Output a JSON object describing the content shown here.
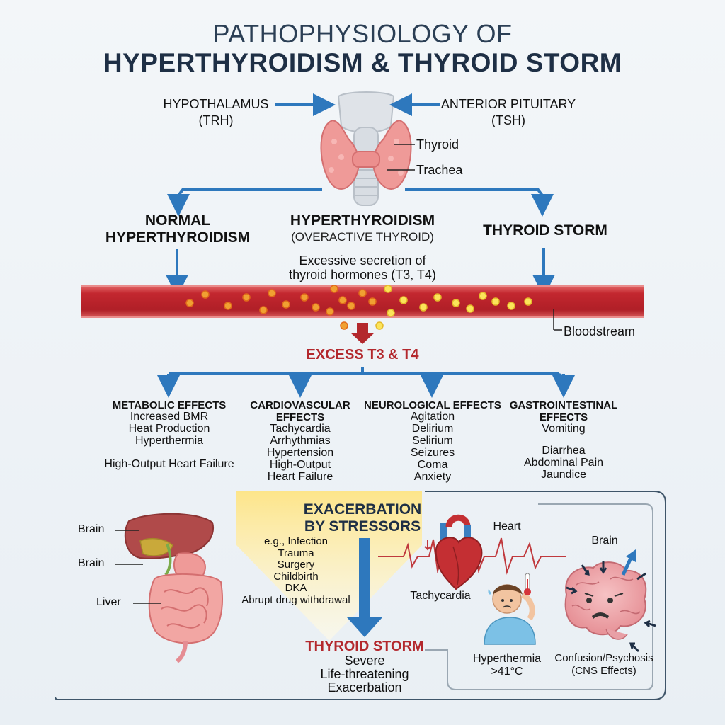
{
  "title": {
    "line1": "PATHOPHYSIOLOGY OF",
    "line2": "HYPERTHYROIDISM & THYROID STORM"
  },
  "top": {
    "hypothalamus": "HYPOTHALAMUS",
    "hypothalamus_hormone": "(TRH)",
    "pituitary": "ANTERIOR PITUITARY",
    "pituitary_hormone": "(TSH)",
    "thyroid_label": "Thyroid",
    "trachea_label": "Trachea"
  },
  "branches": {
    "left": [
      "NORMAL",
      "HYPERTHYROIDISM"
    ],
    "center_title": "HYPERTHYROIDISM",
    "center_sub": "(OVERACTIVE THYROID)",
    "right": "THYROID STORM",
    "secretion": [
      "Excessive secretion of",
      "thyroid hormones (T3, T4)"
    ]
  },
  "bloodstream_label": "Bloodstream",
  "excess_label": "EXCESS T3 & T4",
  "effects": [
    {
      "title": [
        "METABOLIC EFFECTS"
      ],
      "items": [
        "Increased BMR",
        "Heat Production",
        "Hyperthermia"
      ],
      "extra": "High-Output Heart Failure"
    },
    {
      "title": [
        "CARDIOVASCULAR",
        "EFFECTS"
      ],
      "items": [
        "Tachycardia",
        "Arrhythmias",
        "Hypertension",
        "High-Output",
        "Heart Failure"
      ]
    },
    {
      "title": [
        "NEUROLOGICAL EFFECTS"
      ],
      "items": [
        "Agitation",
        "Delirium",
        "Selirium",
        "Seizures",
        "Coma",
        "Anxiety"
      ]
    },
    {
      "title": [
        "GASTROINTESTINAL",
        "EFFECTS"
      ],
      "items": [
        "Vomiting"
      ],
      "items2": [
        "Diarrhea",
        "Abdominal Pain",
        "Jaundice"
      ]
    }
  ],
  "organs": {
    "label1": "Brain",
    "label2": "Brain",
    "label3": "Liver"
  },
  "stressors": {
    "title": [
      "EXACERBATION",
      "BY STRESSORS"
    ],
    "items": [
      "e.g., Infection",
      "Trauma",
      "Surgery",
      "Childbirth",
      "DKA",
      "Abrupt drug withdrawal"
    ]
  },
  "storm": {
    "title": "THYROID STORM",
    "desc": [
      "Severe",
      "Life-threatening",
      "Exacerbation"
    ]
  },
  "panel": {
    "heart": "Heart",
    "tachycardia": "Tachycardia",
    "hyperthermia": [
      "Hyperthermia",
      ">41°C"
    ],
    "brain": "Brain",
    "confusion": [
      "Confusion/Psychosis",
      "(CNS Effects)"
    ]
  },
  "colors": {
    "arrow": "#2e78bd",
    "blood": "#b8232b",
    "accent_red": "#b3282d",
    "title": "#1e2f45"
  }
}
